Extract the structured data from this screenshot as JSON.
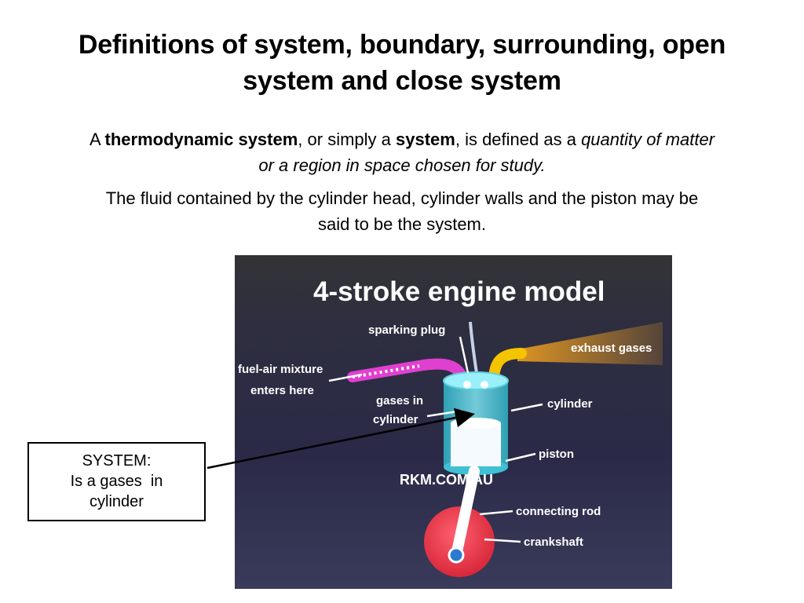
{
  "title": {
    "line1": "Definitions of system, boundary, surrounding, open",
    "line2": "system and close system"
  },
  "definition": {
    "a": "A ",
    "term1": "thermodynamic system",
    "mid1": ", or simply a ",
    "term2": "system",
    "mid2": ", is defined as a ",
    "emph_line1": "quantity of matter",
    "emph_line2": "or a region in space chosen for study."
  },
  "example": {
    "line1": "The fluid contained by the cylinder head, cylinder walls and the piston may be",
    "line2": "said to be the system."
  },
  "figure": {
    "title": "4-stroke engine model",
    "labels": {
      "spark_plug": "sparking plug",
      "exhaust": "exhaust gases",
      "fuel_line1": "fuel-air mixture",
      "fuel_line2": "enters here",
      "gases_line1": "gases in",
      "gases_line2": "cylinder",
      "cylinder": "cylinder",
      "piston": "piston",
      "watermark": "RKM.COM.AU",
      "rod": "connecting rod",
      "crank": "crankshaft"
    },
    "colors": {
      "background": "#2b2b45",
      "intake_pipe": "#e040d0",
      "exhaust_pipe": "#f5c400",
      "cylinder": "#66d9e8",
      "crankshaft": "#ee3344"
    }
  },
  "callout": {
    "line1": "SYSTEM:",
    "line2": "Is a gases  in",
    "line3": "cylinder"
  }
}
